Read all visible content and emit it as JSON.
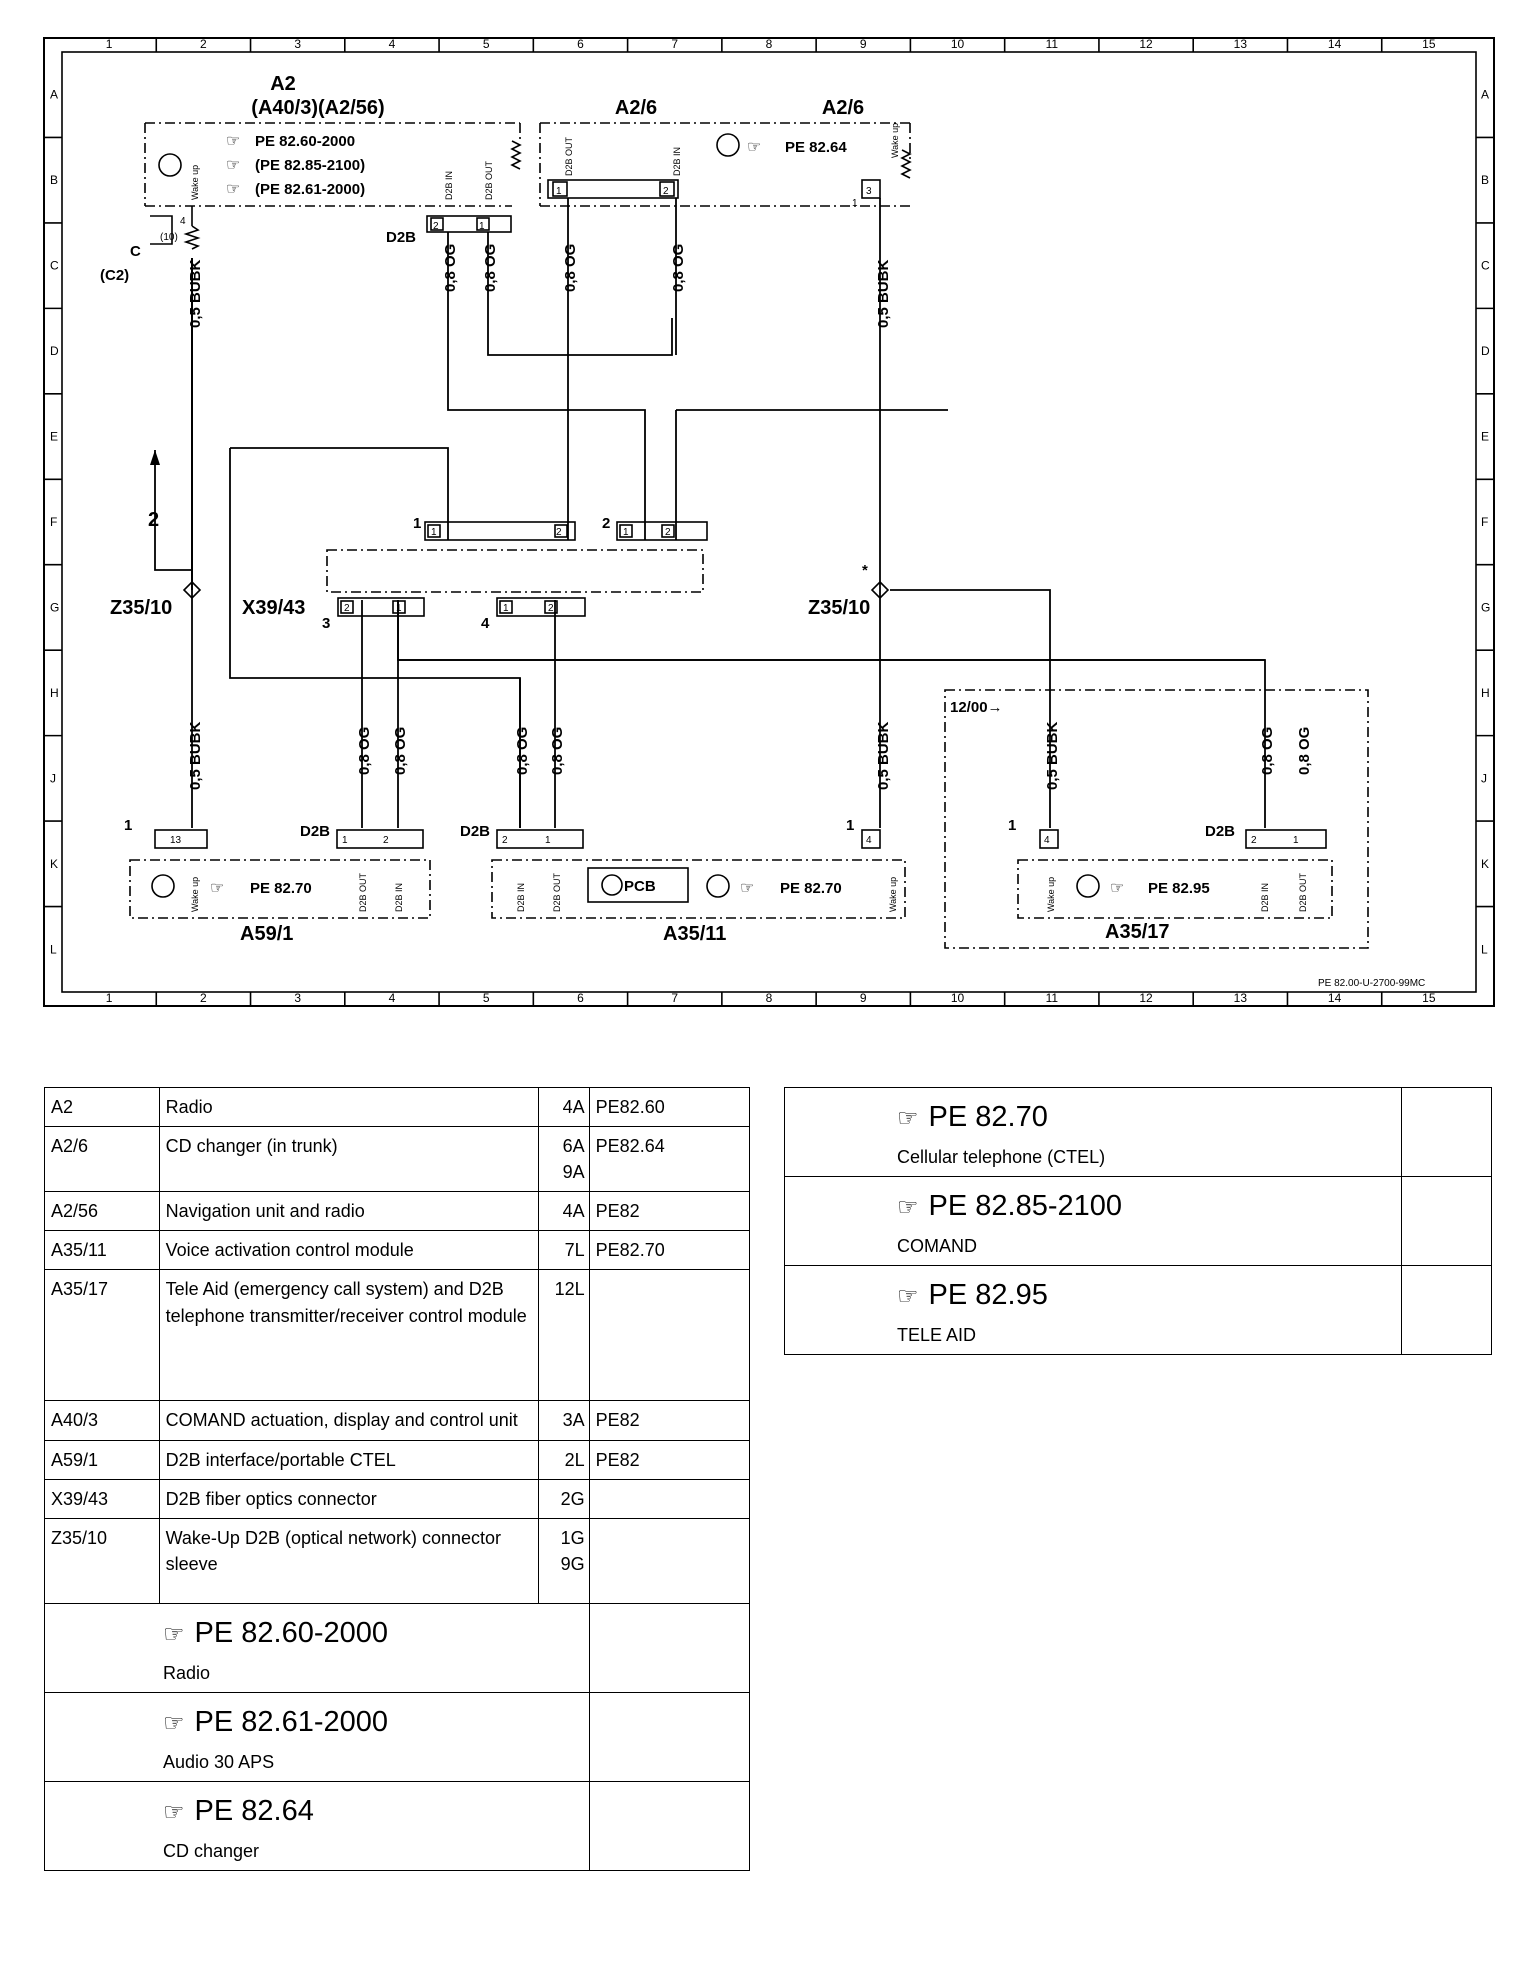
{
  "diagram": {
    "grid_columns": [
      "1",
      "2",
      "3",
      "4",
      "5",
      "6",
      "7",
      "8",
      "9",
      "10",
      "11",
      "12",
      "13",
      "14",
      "15"
    ],
    "grid_rows": [
      "A",
      "B",
      "C",
      "D",
      "E",
      "F",
      "G",
      "H",
      "J",
      "K",
      "L"
    ],
    "doc_id": "PE 82.00-U-2700-99MC",
    "components": {
      "a2": {
        "code": "A2",
        "sub": "(A40/3)(A2/56)",
        "refs": [
          "PE 82.60-2000",
          "(PE 82.85-2100)",
          "(PE 82.61-2000)"
        ],
        "pin_wake": "4",
        "pin_wake_alt": "(10)",
        "conn_c": "C",
        "conn_c_alt": "(C2)",
        "pin_in": "2",
        "pin_out": "1",
        "d2b": "D2B"
      },
      "a26_left": {
        "code": "A2/6"
      },
      "a26_right": {
        "code": "A2/6",
        "ref": "PE 82.64",
        "pin1": "1",
        "pin2": "2",
        "pin3": "3",
        "pin_ext": "1"
      },
      "x3943": {
        "code": "X39/43",
        "c1": "1",
        "c2": "2",
        "c3": "3",
        "c4": "4"
      },
      "z3510_left": {
        "code": "Z35/10",
        "arrow_label": "2"
      },
      "z3510_right": {
        "code": "Z35/10",
        "star": "*"
      },
      "a591": {
        "code": "A59/1",
        "ref": "PE 82.70",
        "pin13": "13",
        "pin_ext": "1",
        "d2b": "D2B"
      },
      "a3511": {
        "code": "A35/11",
        "ref": "PE 82.70",
        "pcb": "PCB",
        "pin4": "4",
        "pin_ext": "1",
        "d2b": "D2B"
      },
      "a3517": {
        "code": "A35/17",
        "ref": "PE 82.95",
        "pin4": "4",
        "pin_ext": "1",
        "d2b": "D2B",
        "from": "12/00→"
      }
    },
    "pin_labels": {
      "d2b_in": "D2B IN",
      "d2b_out": "D2B OUT",
      "wake_up": "Wake up",
      "pin1": "1",
      "pin2": "2"
    },
    "wires": {
      "bubk": "0,5 BUBK",
      "og": "0,8 OG"
    }
  },
  "legend_left": {
    "rows": [
      {
        "code": "A2",
        "desc": "Radio",
        "grid": "4A",
        "ref": "PE82.60"
      },
      {
        "code": "A2/6",
        "desc": "CD changer (in trunk)",
        "grid": "6A\n9A",
        "ref": "PE82.64"
      },
      {
        "code": "A2/56",
        "desc": "Navigation unit and radio",
        "grid": "4A",
        "ref": "PE82"
      },
      {
        "code": "A35/11",
        "desc": "Voice activation control module",
        "grid": "7L",
        "ref": "PE82.70"
      },
      {
        "code": "A35/17",
        "desc": "Tele Aid (emergency call system) and D2B telephone transmitter/receiver control module",
        "grid": "12L",
        "ref": ""
      },
      {
        "code": "A40/3",
        "desc": "COMAND actuation, display and control unit",
        "grid": "3A",
        "ref": "PE82"
      },
      {
        "code": "A59/1",
        "desc": "D2B interface/portable CTEL",
        "grid": "2L",
        "ref": "PE82"
      },
      {
        "code": "X39/43",
        "desc": "D2B fiber optics connector",
        "grid": "2G",
        "ref": ""
      },
      {
        "code": "Z35/10",
        "desc": "Wake-Up D2B (optical network) connector sleeve",
        "grid": "1G\n9G",
        "ref": ""
      }
    ],
    "refs": [
      {
        "title": "PE 82.60-2000",
        "sub": "Radio"
      },
      {
        "title": "PE 82.61-2000",
        "sub": "Audio 30 APS"
      },
      {
        "title": "PE 82.64",
        "sub": "CD changer"
      }
    ]
  },
  "legend_right": {
    "refs": [
      {
        "title": "PE 82.70",
        "sub": "Cellular telephone (CTEL)"
      },
      {
        "title": "PE 82.85-2100",
        "sub": "COMAND"
      },
      {
        "title": "PE 82.95",
        "sub": "TELE AID"
      }
    ]
  },
  "icons": {
    "ref_hand": "pointing-hand-icon",
    "transceiver": "optical-transceiver-icon",
    "resistor": "zigzag-resistor-icon"
  },
  "colors": {
    "ink": "#000000",
    "paper": "#ffffff"
  }
}
